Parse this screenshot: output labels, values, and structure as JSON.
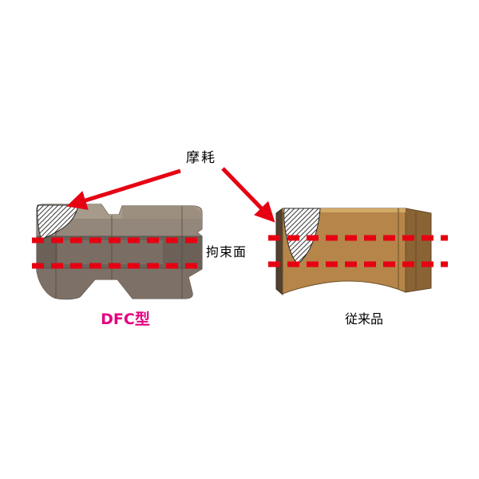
{
  "labels": {
    "wear": "摩耗",
    "constraint_surface": "拘束面",
    "left_caption": "DFC型",
    "right_caption": "従来品"
  },
  "colors": {
    "accent_red": "#e60012",
    "dfc_caption": "#e4007f",
    "caption_text": "#000000",
    "background": "#ffffff",
    "dfc_insert_body": "#84766a",
    "conventional_insert_body": "#b5854a"
  }
}
